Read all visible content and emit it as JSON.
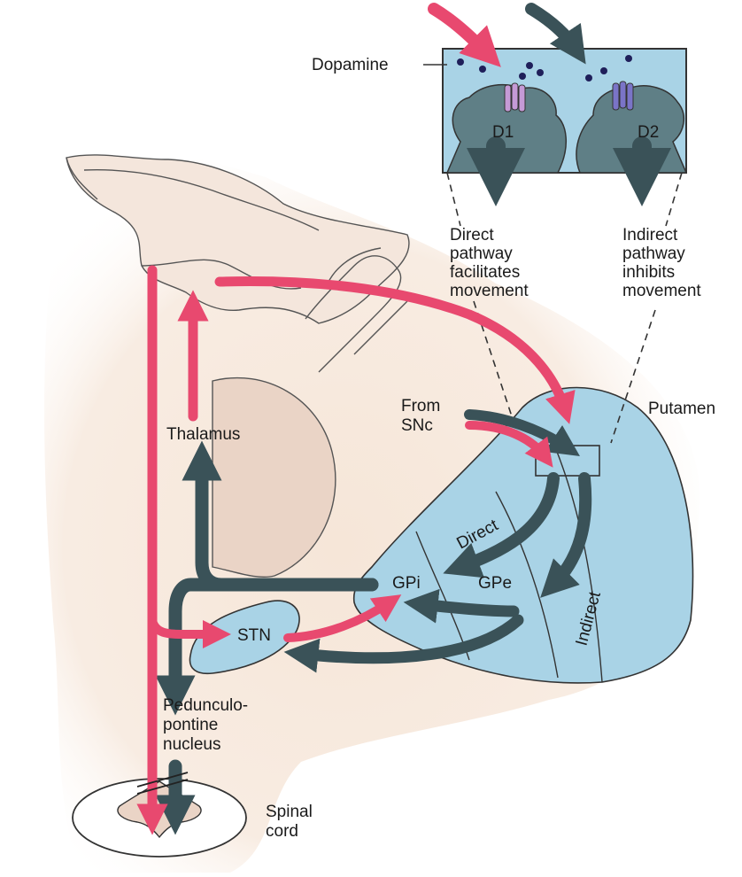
{
  "colors": {
    "pink": "#e8496f",
    "dark": "#3a5258",
    "blue": "#a9d3e6",
    "tissue": "#f2e0d2",
    "thalamus": "#ead4c6",
    "outline": "#333333"
  },
  "labels": {
    "dopamine": "Dopamine",
    "d1": "D1",
    "d2": "D2",
    "direct_pathway": [
      "Direct",
      "pathway",
      "facilitates",
      "movement"
    ],
    "indirect_pathway": [
      "Indirect",
      "pathway",
      "inhibits",
      "movement"
    ],
    "putamen": "Putamen",
    "from_snc": [
      "From",
      "SNc"
    ],
    "thalamus": "Thalamus",
    "direct": "Direct",
    "indirect": "Indirect",
    "gpi": "GPi",
    "gpe": "GPe",
    "stn": "STN",
    "ppn": [
      "Pedunculo-",
      "pontine",
      "nucleus"
    ],
    "spinal_cord": [
      "Spinal",
      "cord"
    ]
  }
}
